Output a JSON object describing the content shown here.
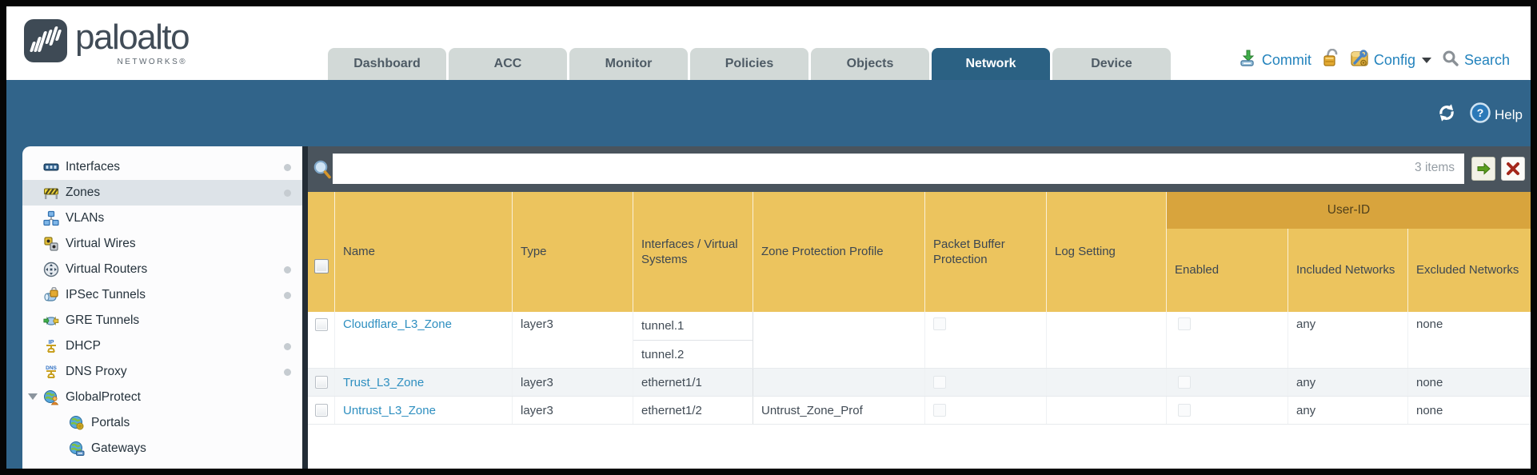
{
  "brand": {
    "name": "paloalto",
    "subtitle": "NETWORKS®"
  },
  "nav": {
    "tabs": [
      {
        "label": "Dashboard",
        "active": false
      },
      {
        "label": "ACC",
        "active": false
      },
      {
        "label": "Monitor",
        "active": false
      },
      {
        "label": "Policies",
        "active": false
      },
      {
        "label": "Objects",
        "active": false
      },
      {
        "label": "Network",
        "active": true
      },
      {
        "label": "Device",
        "active": false
      }
    ]
  },
  "actions": {
    "commit_label": "Commit",
    "config_label": "Config",
    "search_label": "Search"
  },
  "toolbar": {
    "help_label": "Help"
  },
  "filter_bar": {
    "query": "",
    "placeholder": "",
    "count_label": "3 items"
  },
  "sidebar": {
    "items": [
      {
        "label": "Interfaces",
        "icon": "interfaces-icon",
        "dot": true,
        "selected": false
      },
      {
        "label": "Zones",
        "icon": "zones-icon",
        "dot": true,
        "selected": true
      },
      {
        "label": "VLANs",
        "icon": "vlans-icon",
        "dot": false,
        "selected": false
      },
      {
        "label": "Virtual Wires",
        "icon": "virtual-wires-icon",
        "dot": false,
        "selected": false
      },
      {
        "label": "Virtual Routers",
        "icon": "virtual-routers-icon",
        "dot": true,
        "selected": false
      },
      {
        "label": "IPSec Tunnels",
        "icon": "ipsec-tunnels-icon",
        "dot": true,
        "selected": false
      },
      {
        "label": "GRE Tunnels",
        "icon": "gre-tunnels-icon",
        "dot": false,
        "selected": false
      },
      {
        "label": "DHCP",
        "icon": "dhcp-icon",
        "dot": true,
        "selected": false
      },
      {
        "label": "DNS Proxy",
        "icon": "dns-proxy-icon",
        "dot": true,
        "selected": false
      },
      {
        "label": "GlobalProtect",
        "icon": "globalprotect-icon",
        "dot": false,
        "selected": false,
        "expanded": true,
        "children": [
          {
            "label": "Portals",
            "icon": "portals-icon"
          },
          {
            "label": "Gateways",
            "icon": "gateways-icon"
          }
        ]
      }
    ]
  },
  "table": {
    "group_header": {
      "label": "User-ID"
    },
    "columns": [
      "Name",
      "Type",
      "Interfaces / Virtual Systems",
      "Zone Protection Profile",
      "Packet Buffer Protection",
      "Log Setting",
      "Enabled",
      "Included Networks",
      "Excluded Networks"
    ],
    "rows": [
      {
        "selected": false,
        "name": "Cloudflare_L3_Zone",
        "type": "layer3",
        "interfaces": [
          "tunnel.1",
          "tunnel.2"
        ],
        "zone_protection_profile": "",
        "packet_buffer_protection": false,
        "log_setting": "",
        "user_id_enabled": false,
        "included_networks": "any",
        "excluded_networks": "none"
      },
      {
        "selected": false,
        "name": "Trust_L3_Zone",
        "type": "layer3",
        "interfaces": [
          "ethernet1/1"
        ],
        "zone_protection_profile": "",
        "packet_buffer_protection": false,
        "log_setting": "",
        "user_id_enabled": false,
        "included_networks": "any",
        "excluded_networks": "none"
      },
      {
        "selected": false,
        "name": "Untrust_L3_Zone",
        "type": "layer3",
        "interfaces": [
          "ethernet1/2"
        ],
        "zone_protection_profile": "Untrust_Zone_Prof",
        "packet_buffer_protection": false,
        "log_setting": "",
        "user_id_enabled": false,
        "included_networks": "any",
        "excluded_networks": "none"
      }
    ]
  },
  "colors": {
    "teal": "#31648A",
    "tab_active": "#2B6183",
    "header_gold": "#ECC45E",
    "group_gold": "#D8A43D",
    "strip_dark": "#4A545D",
    "link_blue": "#2E8FC0",
    "stripe_row": "#F1F4F6",
    "sidebar_selected": "#DDE3E8"
  }
}
